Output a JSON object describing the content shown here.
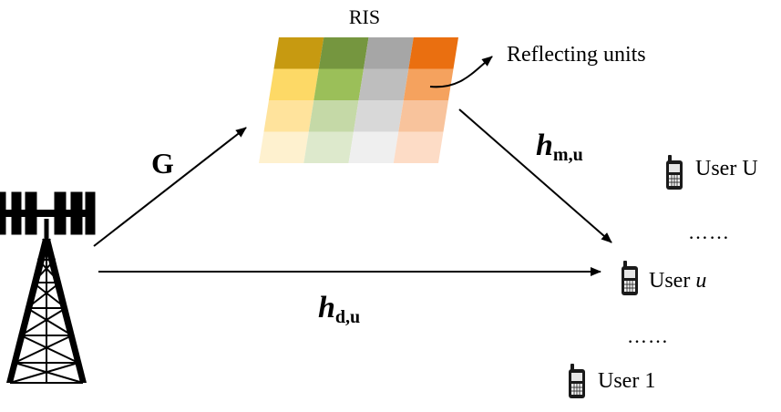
{
  "ris": {
    "title": "RIS",
    "colors": [
      [
        "#C79A11",
        "#75963F",
        "#A6A6A6",
        "#EA6F10"
      ],
      [
        "#FDD966",
        "#9BBF59",
        "#BEBEBE",
        "#F5A25E"
      ],
      [
        "#FFE39C",
        "#C5D9A7",
        "#D8D8D8",
        "#F8C39C"
      ],
      [
        "#FEF1CF",
        "#DDE9CC",
        "#EFEFEF",
        "#FDDCC6"
      ]
    ]
  },
  "reflecting_label": "Reflecting units",
  "channels": {
    "g": "G",
    "hm_main": "h",
    "hm_sub": "m,u",
    "hd_main": "h",
    "hd_sub": "d,u"
  },
  "users": {
    "user_U": "User U",
    "user_u_prefix": "User ",
    "user_u_var": "u",
    "user_1": "User 1",
    "dots_top": "……",
    "dots_bottom": "……"
  },
  "icons": {
    "base_station": "cell-tower-icon",
    "phone": "mobile-phone-icon"
  }
}
